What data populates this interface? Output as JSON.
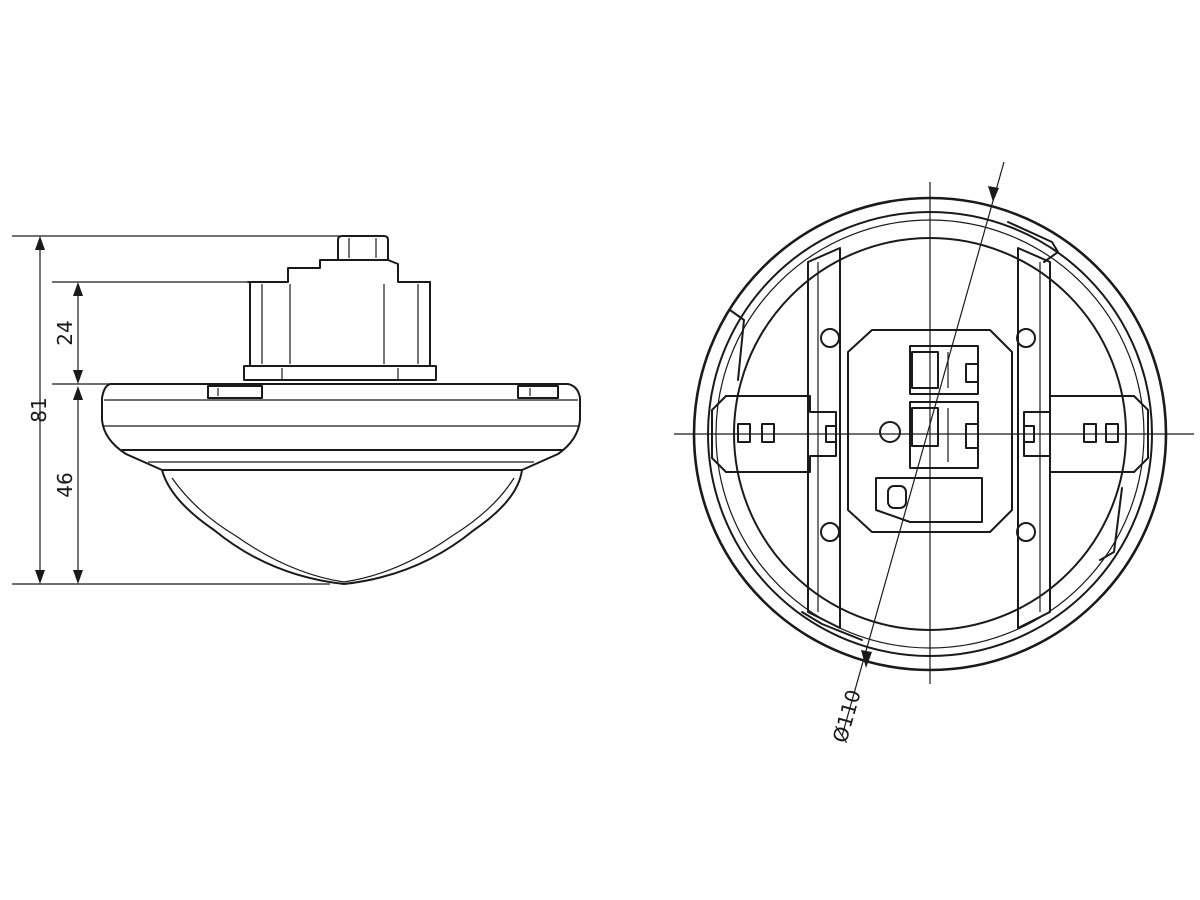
{
  "dimensions": {
    "total_height": "81",
    "upper_height": "24",
    "lower_height": "46",
    "diameter": "Ø110"
  },
  "colors": {
    "line": "#1a1a1a",
    "background": "#ffffff"
  }
}
